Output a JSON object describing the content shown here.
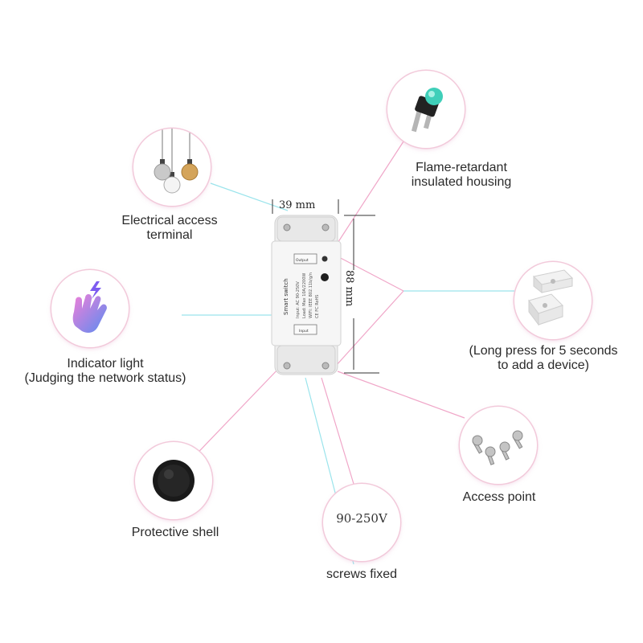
{
  "labels": {
    "electrical_access": [
      "Electrical access",
      "terminal"
    ],
    "flame_retardant": [
      "Flame-retardant",
      "insulated housing"
    ],
    "indicator_light": [
      "Indicator light",
      "(Judging the network status)"
    ],
    "long_press": [
      "(Long press for 5 seconds",
      "to add a device)"
    ],
    "protective_shell": "Protective shell",
    "access_point": "Access point",
    "screws_fixed": "screws fixed"
  },
  "voltage_badge": "90-250V",
  "dimensions": {
    "width": "39  mm",
    "height": "88  mm"
  },
  "device_text": {
    "title": "Smart switch",
    "spec_line1": "Input: AC 90-250V",
    "spec_line2": "Load: Max 10A/2200W",
    "spec_line3": "WIFI: IEEE 802.11b/g/n",
    "cert": "CE  FC  RoHS",
    "terminal_top": "Output",
    "terminal_bottom": "Input"
  },
  "colors": {
    "accent_pink": "#f0a6c8",
    "accent_cyan": "#8fe3ee",
    "led_green": "#2bb7a3"
  },
  "icons": [
    "pendant-lamps-icon",
    "led-diode-icon",
    "hand-touch-icon",
    "plastic-blocks-icon",
    "push-button-icon",
    "screws-icon"
  ]
}
